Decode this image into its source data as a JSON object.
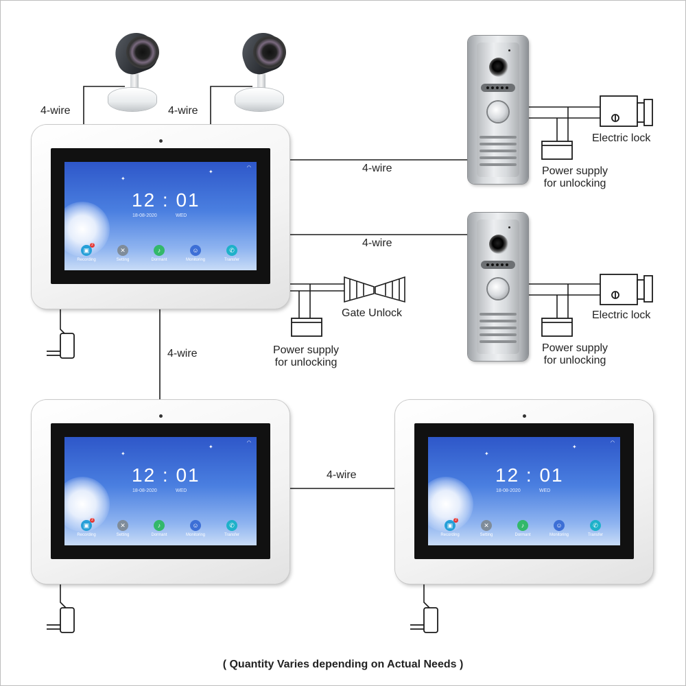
{
  "wire_labels": {
    "cam1": "4-wire",
    "cam2": "4-wire",
    "door1": "4-wire",
    "door2": "4-wire",
    "monitor_vertical": "4-wire",
    "monitor_horizontal": "4-wire"
  },
  "electric_lock_1": "Electric lock",
  "electric_lock_2": "Electric lock",
  "power_supply_1": [
    "Power supply",
    "for unlocking"
  ],
  "power_supply_2": [
    "Power supply",
    "for unlocking"
  ],
  "power_supply_gate": [
    "Power supply",
    "for unlocking"
  ],
  "gate_unlock": "Gate Unlock",
  "footer": "( Quantity Varies depending on Actual Needs )",
  "monitor_screen": {
    "time": "12 : 01",
    "date": "18-08-2020",
    "day": "WED",
    "apps": [
      {
        "label": "Recording",
        "color": "#26a0d8",
        "icon": "recording-icon",
        "glyph": "▣",
        "badge": "2"
      },
      {
        "label": "Setting",
        "color": "#7f8c9a",
        "icon": "wrench-icon",
        "glyph": "✕",
        "badge": ""
      },
      {
        "label": "Dormant",
        "color": "#33b86b",
        "icon": "bell-icon",
        "glyph": "♪",
        "badge": ""
      },
      {
        "label": "Monitoring",
        "color": "#3d6fd6",
        "icon": "person-icon",
        "glyph": "☺",
        "badge": ""
      },
      {
        "label": "Transfer",
        "color": "#1eb1c9",
        "icon": "phone-icon",
        "glyph": "✆",
        "badge": ""
      }
    ]
  },
  "colors": {
    "wire": "#1a1a1a",
    "screen_top": "#2e57c9",
    "screen_bottom": "#c9dcf7"
  }
}
